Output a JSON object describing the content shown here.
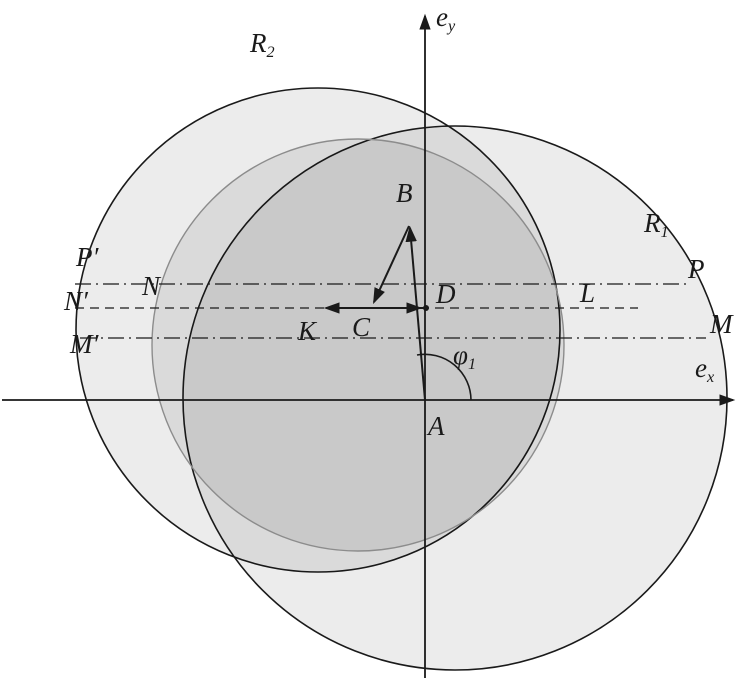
{
  "figure": {
    "background": "#ffffff",
    "ink": "#1a1a1a",
    "circle_fill": "rgba(0,0,0,0.075)",
    "outer_circle_stroke": "#1a1a1a",
    "inner_circle_stroke": "#8c8c8c"
  },
  "labels": {
    "e_y": {
      "main": "e",
      "sub": "y"
    },
    "e_x": {
      "main": "e",
      "sub": "x"
    },
    "R_1": {
      "main": "R",
      "sub": "1"
    },
    "R_2": {
      "main": "R",
      "sub": "2"
    },
    "phi_1": {
      "main": "φ",
      "sub": "1"
    },
    "A": "A",
    "B": "B",
    "C": "C",
    "D": "D",
    "K": "K",
    "L": "L",
    "M": "M",
    "N": "N",
    "P": "P",
    "M_prime": "M′",
    "N_prime": "N′",
    "P_prime": "P′"
  }
}
